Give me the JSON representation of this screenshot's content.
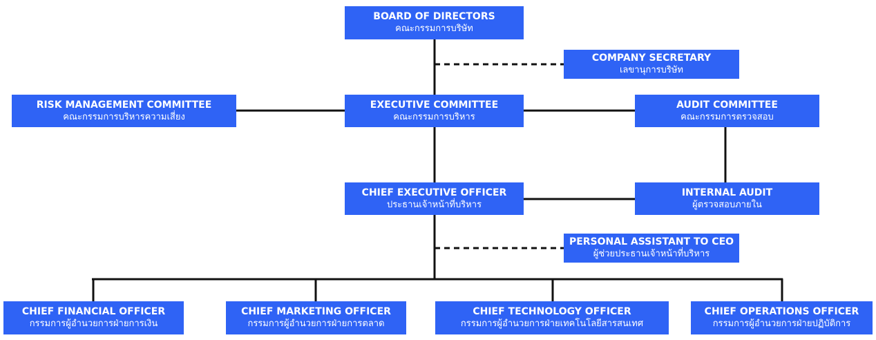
{
  "colors": {
    "box_fill": "#2f63f5",
    "box_text": "#ffffff",
    "connector": "#111111"
  },
  "board": {
    "en": "BOARD OF DIRECTORS",
    "th": "คณะกรรมการบริษัท"
  },
  "secretary": {
    "en": "COMPANY SECRETARY",
    "th": "เลขานุการบริษัท"
  },
  "risk": {
    "en": "RISK MANAGEMENT COMMITTEE",
    "th": "คณะกรรมการบริหารความเสี่ยง"
  },
  "executive": {
    "en": "EXECUTIVE COMMITTEE",
    "th": "คณะกรรมการบริหาร"
  },
  "audit": {
    "en": "AUDIT COMMITTEE",
    "th": "คณะกรรมการตรวจสอบ"
  },
  "ceo": {
    "en": "CHIEF EXECUTIVE OFFICER",
    "th": "ประธานเจ้าหน้าที่บริหาร"
  },
  "internal_audit": {
    "en": "INTERNAL AUDIT",
    "th": "ผู้ตรวจสอบภายใน"
  },
  "pa": {
    "en": "PERSONAL ASSISTANT TO CEO",
    "th": "ผู้ช่วยประธานเจ้าหน้าที่บริหาร"
  },
  "cfo": {
    "en": "CHIEF FINANCIAL OFFICER",
    "th": "กรรมการผู้อำนวยการฝ่ายการเงิน"
  },
  "cmo": {
    "en": "CHIEF MARKETING OFFICER",
    "th": "กรรมการผู้อำนวยการฝ่ายการตลาด"
  },
  "cto": {
    "en": "CHIEF TECHNOLOGY OFFICER",
    "th": "กรรมการผู้อำนวยการฝ่ายเทคโนโลยีสารสนเทศ"
  },
  "coo": {
    "en": "CHIEF OPERATIONS OFFICER",
    "th": "กรรมการผู้อำนวยการฝ่ายปฏิบัติการ"
  }
}
